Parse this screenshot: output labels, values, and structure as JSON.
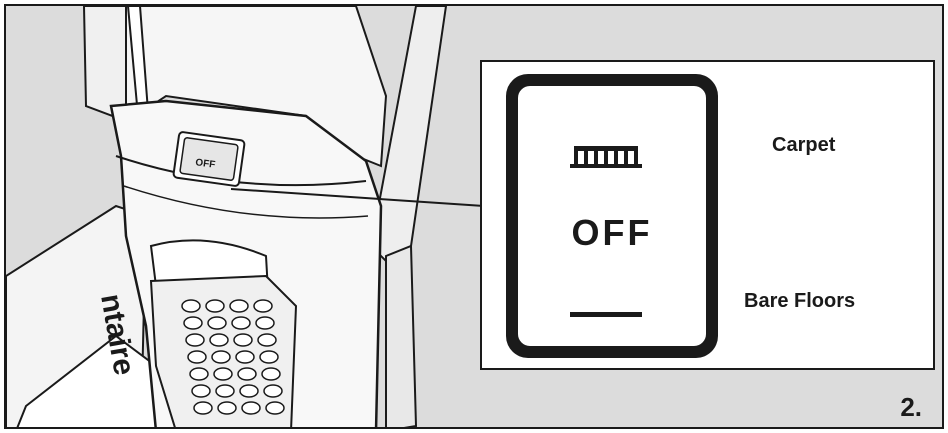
{
  "figure": {
    "number": "2.",
    "callout": {
      "switch_positions": {
        "top_symbol": "carpet-brush-icon",
        "middle_label": "OFF",
        "bottom_symbol": "bare-floor-line-icon"
      },
      "labels": {
        "carpet": "Carpet",
        "bare_floors": "Bare Floors"
      }
    },
    "vacuum": {
      "switch_text": "OFF",
      "brand_fragment": "ntaire"
    }
  },
  "colors": {
    "background_gray": "#dcdcdc",
    "ink": "#1a1a1a",
    "paper": "#ffffff"
  }
}
